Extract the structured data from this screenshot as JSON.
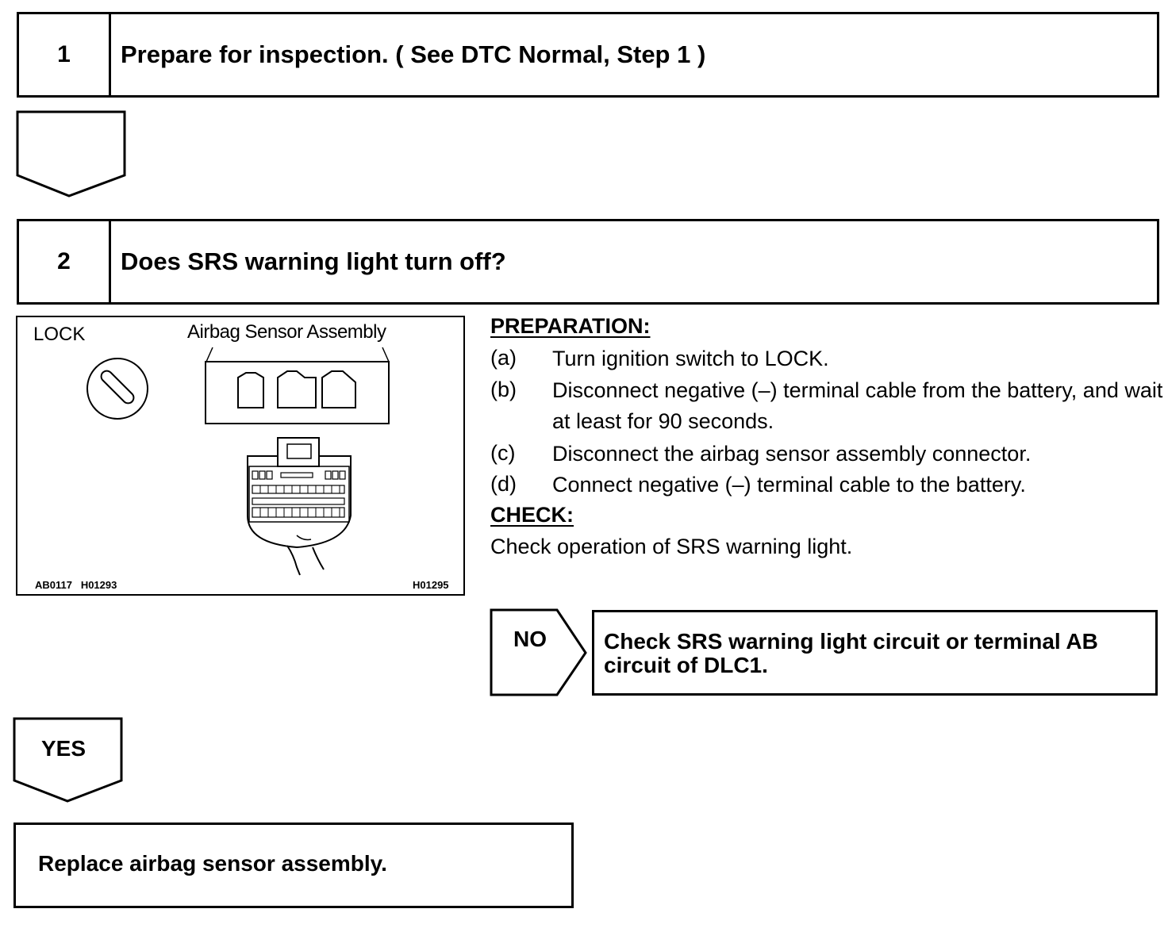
{
  "step1": {
    "number": "1",
    "title": "Prepare for inspection. ( See DTC Normal, Step 1 )"
  },
  "step2": {
    "number": "2",
    "title": "Does SRS warning light turn off?"
  },
  "figure": {
    "lock_label": "LOCK",
    "sensor_label": "Airbag Sensor Assembly",
    "code_left": "AB0117   H01293",
    "code_right": "H01295"
  },
  "preparation": {
    "heading": "PREPARATION:",
    "items": [
      {
        "letter": "(a)",
        "text": "Turn ignition switch to LOCK."
      },
      {
        "letter": "(b)",
        "text": "Disconnect negative (–) terminal cable from the battery, and wait at least for 90 seconds."
      },
      {
        "letter": "(c)",
        "text": "Disconnect the airbag sensor assembly connector."
      },
      {
        "letter": "(d)",
        "text": "Connect negative (–) terminal cable to the battery."
      }
    ]
  },
  "check": {
    "heading": "CHECK:",
    "text": "Check operation of SRS warning light."
  },
  "no_branch": {
    "label": "NO",
    "result": "Check SRS warning light circuit or terminal AB circuit of DLC1."
  },
  "yes_branch": {
    "label": "YES",
    "result": "Replace airbag sensor assembly."
  }
}
